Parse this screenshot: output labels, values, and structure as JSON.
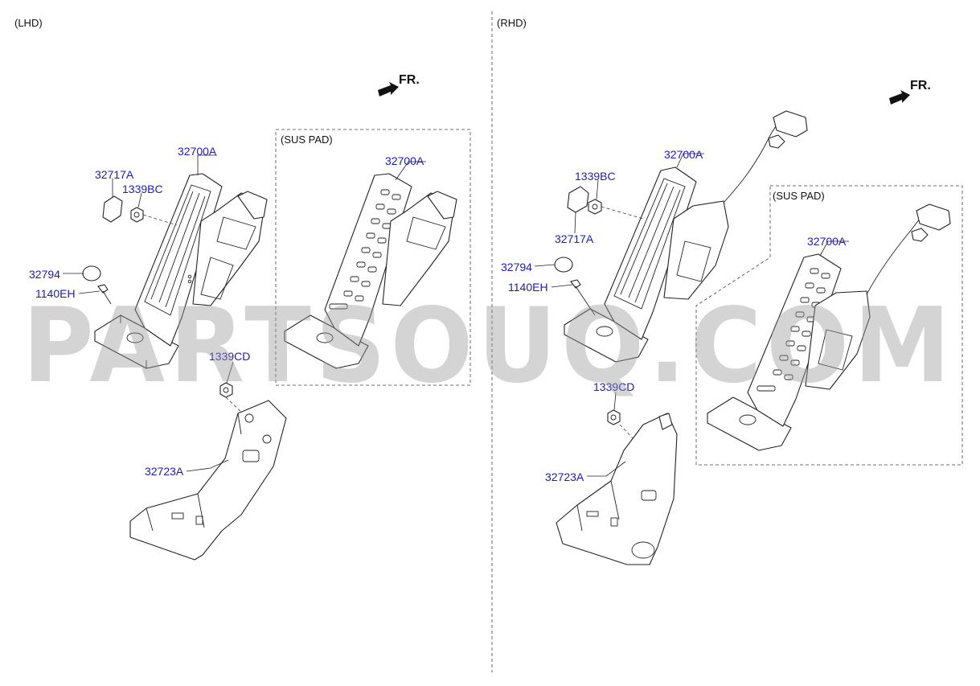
{
  "sections": {
    "left_title": "(LHD)",
    "right_title": "(RHD)",
    "sus_pad_label": "(SUS PAD)",
    "front_indicator": "FR."
  },
  "callouts": {
    "lhd_pedal": "32700A",
    "lhd_suspad_pedal": "32700A",
    "lhd_cap": "32717A",
    "lhd_nut_bc": "1339BC",
    "lhd_stopper": "32794",
    "lhd_bolt": "1140EH",
    "lhd_nut_cd": "1339CD",
    "lhd_bracket": "32723A",
    "rhd_pedal": "32700A",
    "rhd_suspad_pedal": "32700A",
    "rhd_nut_bc": "1339BC",
    "rhd_cap": "32717A",
    "rhd_stopper": "32794",
    "rhd_bolt": "1140EH",
    "rhd_nut_cd": "1339CD",
    "rhd_bracket": "32723A"
  },
  "watermark": "PARTSOUQ.COM",
  "colors": {
    "callout_text": "#1a1acc",
    "line": "#222222",
    "watermark": "#9a9a9a"
  }
}
